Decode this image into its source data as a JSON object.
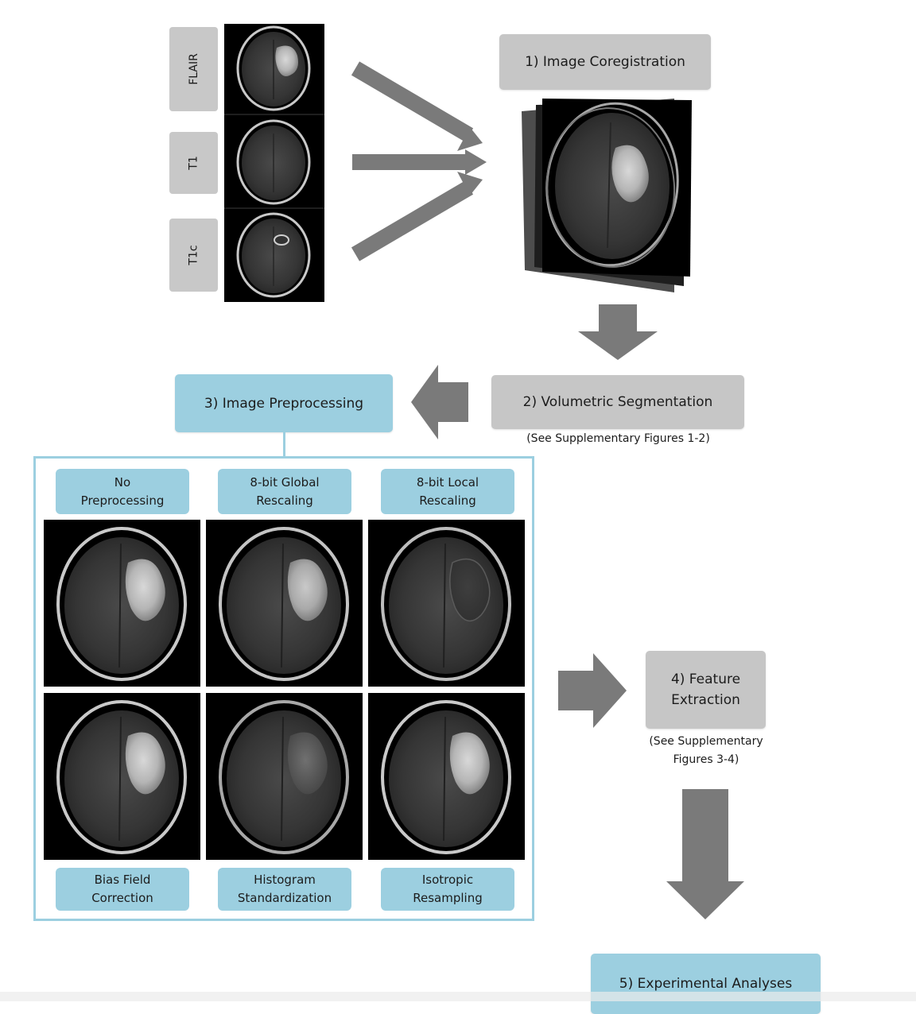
{
  "modalities": [
    "FLAIR",
    "T1",
    "T1c"
  ],
  "steps": {
    "coregistration": "1) Image Coregistration",
    "segmentation": "2) Volumetric Segmentation",
    "segmentation_note": "(See Supplementary Figures 1-2)",
    "preprocessing": "3) Image Preprocessing",
    "feature_line1": "4) Feature",
    "feature_line2": "Extraction",
    "feature_note_line1": "(See Supplementary",
    "feature_note_line2": "Figures 3-4)",
    "analyses": "5) Experimental Analyses"
  },
  "preprocessing_methods": {
    "top": [
      {
        "line1": "No",
        "line2": "Preprocessing"
      },
      {
        "line1": "8-bit Global",
        "line2": "Rescaling"
      },
      {
        "line1": "8-bit Local",
        "line2": "Rescaling"
      }
    ],
    "bottom": [
      {
        "line1": "Bias Field",
        "line2": "Correction"
      },
      {
        "line1": "Histogram",
        "line2": "Standardization"
      },
      {
        "line1": "Isotropic",
        "line2": "Resampling"
      }
    ]
  },
  "colors": {
    "blue_box": "#9ccfe0",
    "grey_box": "#c6c6c6",
    "arrow": "#7a7a7a",
    "image_background": "#000000"
  }
}
